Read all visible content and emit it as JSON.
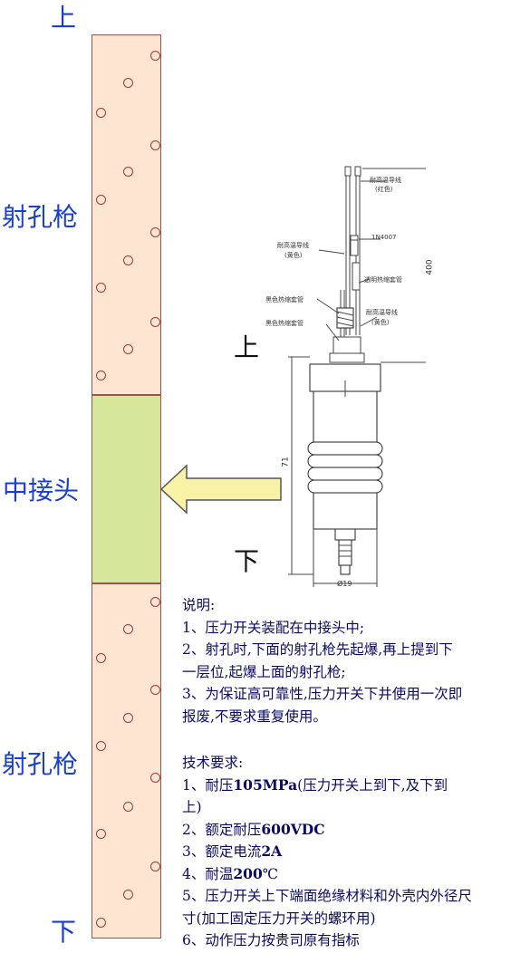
{
  "labels": {
    "top": "上",
    "gun_upper": "射孔枪",
    "joint": "中接头",
    "gun_lower": "射孔枪",
    "bottom": "下",
    "switch_top": "上",
    "switch_bottom": "下"
  },
  "drawing": {
    "wire_red": "耐高温导线",
    "wire_red_color": "(红色)",
    "diode": "1N4007",
    "wire_yellow1": "耐高温导线",
    "wire_yellow1_color": "(黄色)",
    "clear_sleeve": "透明热缩套管",
    "black_sleeve1": "黑色热缩套管",
    "black_sleeve2": "黑色热缩套管",
    "wire_yellow2": "耐高温导线",
    "wire_yellow2_color": "(黄色)",
    "dim_400": "400",
    "dim_71": "71",
    "dim_dia": "Ø19"
  },
  "notes": {
    "heading": "说明:",
    "items": [
      "1、压力开关装配在中接头中;",
      "2、射孔时,下面的射孔枪先起爆,再上提到下",
      "一层位,起爆上面的射孔枪;",
      "3、为保证高可靠性,压力开关下井使用一次即",
      "报废,不要求重复使用。"
    ]
  },
  "requirements": {
    "heading": "技术要求:",
    "r1a_pre": "1、耐压",
    "r1a_bold": "105MPa",
    "r1a_post": "(压力开关上到下,及下到",
    "r1b": "上)",
    "r2_pre": "2、额定耐压",
    "r2_bold": "600VDC",
    "r3_pre": "3、额定电流",
    "r3_bold": "2A",
    "r4_pre": "4、耐温",
    "r4_bold": "200",
    "r4_post": "℃",
    "r5a": "5、压力开关上下端面绝缘材料和外壳内外径尺",
    "r5b": "寸(加工固定压力开关的螺环用)",
    "r6": "6、动作压力按贵司原有指标"
  },
  "colors": {
    "gun_fill": "#fde5d2",
    "joint_fill": "#d6e69a",
    "arrow_fill": "#f8f2a6",
    "label_blue": "#1a3fcf",
    "hole_red": "#9c3a3a"
  }
}
